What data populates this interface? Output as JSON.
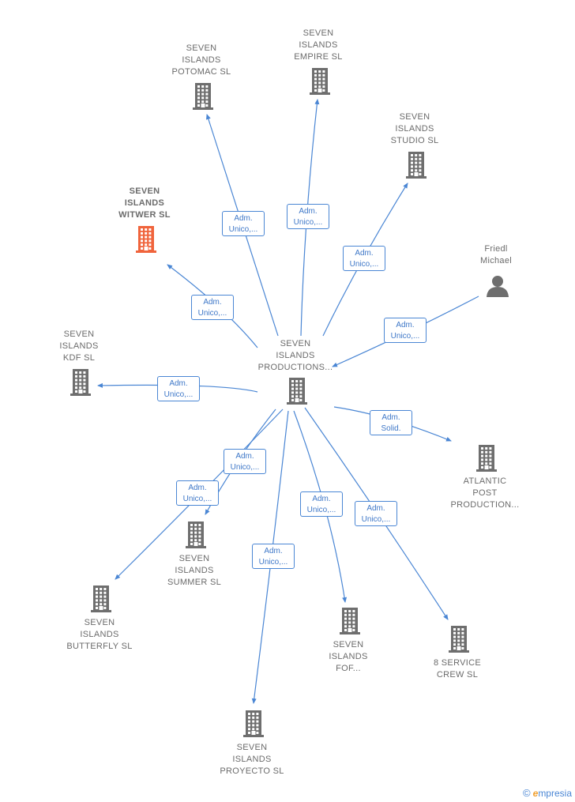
{
  "nodes": [
    {
      "id": "center",
      "kind": "company",
      "lines": [
        "SEVEN",
        "ISLANDS",
        "PRODUCTIONS..."
      ],
      "highlight": false
    },
    {
      "id": "potomac",
      "kind": "company",
      "lines": [
        "SEVEN",
        "ISLANDS",
        "POTOMAC  SL"
      ],
      "highlight": false
    },
    {
      "id": "empire",
      "kind": "company",
      "lines": [
        "SEVEN",
        "ISLANDS",
        "EMPIRE  SL"
      ],
      "highlight": false
    },
    {
      "id": "studio",
      "kind": "company",
      "lines": [
        "SEVEN",
        "ISLANDS",
        "STUDIO  SL"
      ],
      "highlight": false
    },
    {
      "id": "witwer",
      "kind": "company",
      "lines": [
        "SEVEN",
        "ISLANDS",
        "WITWER  SL"
      ],
      "highlight": true
    },
    {
      "id": "friedl",
      "kind": "person",
      "lines": [
        "Friedl",
        "Michael"
      ],
      "highlight": false
    },
    {
      "id": "kdf",
      "kind": "company",
      "lines": [
        "SEVEN",
        "ISLANDS",
        "KDF  SL"
      ],
      "highlight": false
    },
    {
      "id": "atlantic",
      "kind": "company",
      "lines": [
        "ATLANTIC",
        "POST",
        "PRODUCTION..."
      ],
      "highlight": false
    },
    {
      "id": "summer",
      "kind": "company",
      "lines": [
        "SEVEN",
        "ISLANDS",
        "SUMMER  SL"
      ],
      "highlight": false
    },
    {
      "id": "butterfly",
      "kind": "company",
      "lines": [
        "SEVEN",
        "ISLANDS",
        "BUTTERFLY  SL"
      ],
      "highlight": false
    },
    {
      "id": "fof",
      "kind": "company",
      "lines": [
        "SEVEN",
        "ISLANDS",
        "FOF..."
      ],
      "highlight": false
    },
    {
      "id": "service",
      "kind": "company",
      "lines": [
        "8 SERVICE",
        "CREW  SL"
      ],
      "highlight": false
    },
    {
      "id": "proyecto",
      "kind": "company",
      "lines": [
        "SEVEN",
        "ISLANDS",
        "PROYECTO  SL"
      ],
      "highlight": false
    }
  ],
  "edges": [
    {
      "id": "e-potomac",
      "label": [
        "Adm.",
        "Unico,..."
      ]
    },
    {
      "id": "e-empire",
      "label": [
        "Adm.",
        "Unico,..."
      ]
    },
    {
      "id": "e-studio",
      "label": [
        "Adm.",
        "Unico,..."
      ]
    },
    {
      "id": "e-witwer",
      "label": [
        "Adm.",
        "Unico,..."
      ]
    },
    {
      "id": "e-friedl",
      "label": [
        "Adm.",
        "Unico,..."
      ]
    },
    {
      "id": "e-kdf",
      "label": [
        "Adm.",
        "Unico,..."
      ]
    },
    {
      "id": "e-atlantic",
      "label": [
        "Adm.",
        "Solid."
      ]
    },
    {
      "id": "e-summer",
      "label": [
        "Adm.",
        "Unico,..."
      ]
    },
    {
      "id": "e-butterfly",
      "label": [
        "Adm.",
        "Unico,..."
      ]
    },
    {
      "id": "e-fof",
      "label": [
        "Adm.",
        "Unico,..."
      ]
    },
    {
      "id": "e-service",
      "label": [
        "Adm.",
        "Unico,..."
      ]
    },
    {
      "id": "e-proyecto",
      "label": [
        "Adm.",
        "Unico,..."
      ]
    }
  ],
  "colors": {
    "edge": "#4a86d4",
    "company_icon": "#6e6e6e",
    "highlight_icon": "#f0643c",
    "person_icon": "#6e6e6e"
  },
  "brand": {
    "copyright": "©",
    "e": "e",
    "name": "mpresia"
  }
}
